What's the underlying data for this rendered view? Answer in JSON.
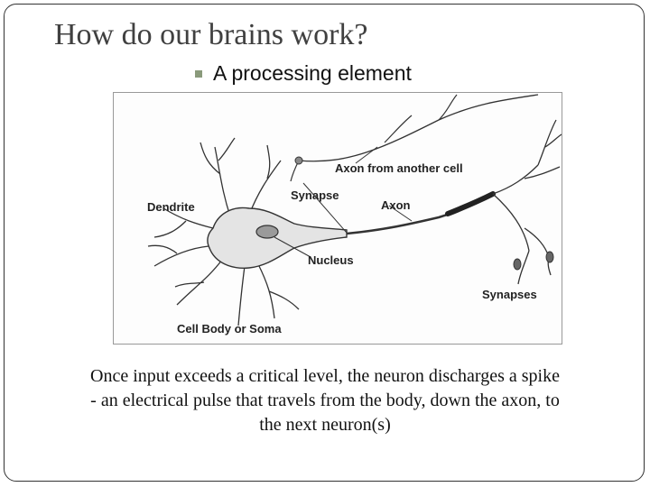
{
  "slide": {
    "title": "How do our brains work?",
    "bullet": "A processing element"
  },
  "figure": {
    "labels": {
      "axon_other": "Axon from another cell",
      "synapse": "Synapse",
      "axon": "Axon",
      "dendrite": "Dendrite",
      "nucleus": "Nucleus",
      "synapses": "Synapses",
      "cell_body": "Cell Body or Soma"
    }
  },
  "caption": {
    "line1": "Once input exceeds a critical level, the neuron discharges a spike",
    "line2": "-  an electrical pulse that travels from the body, down the axon, to",
    "line3": "the next neuron(s)"
  },
  "colors": {
    "title": "#404040",
    "bullet_marker": "#8a9a7b",
    "soma_fill": "#e4e4e4"
  }
}
